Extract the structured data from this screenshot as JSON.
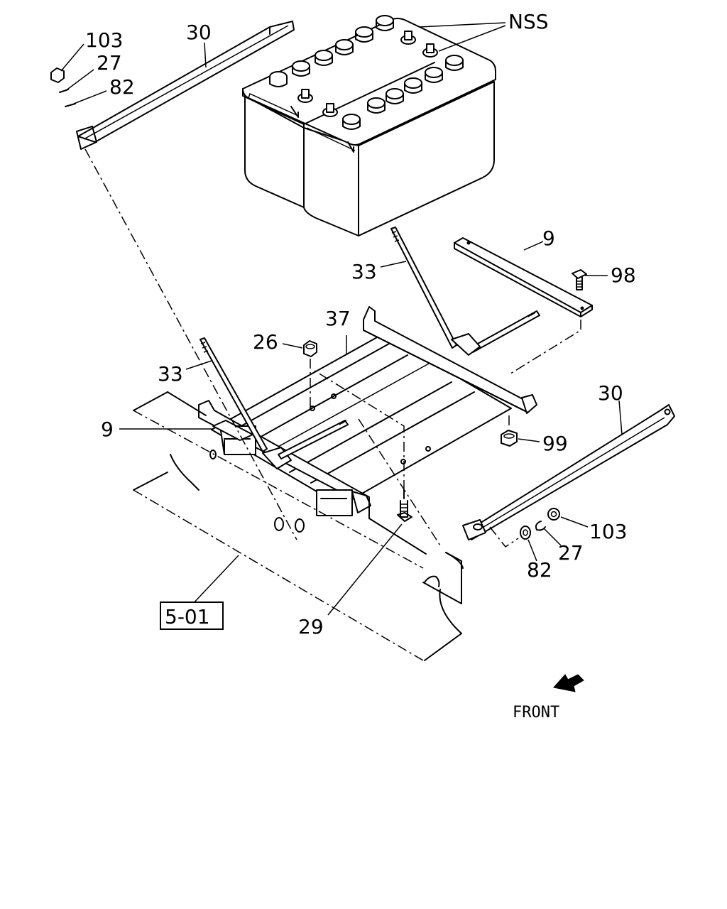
{
  "labels": {
    "nss": "NSS",
    "p103_top": "103",
    "p27_top": "27",
    "p82_top": "82",
    "p30_top": "30",
    "p9_top": "9",
    "p98": "98",
    "p33_top": "33",
    "p37": "37",
    "p26": "26",
    "p33_left": "33",
    "p9_left": "9",
    "p30_right": "30",
    "p99": "99",
    "p103_bottom": "103",
    "p27_bottom": "27",
    "p82_bottom": "82",
    "p29": "29",
    "ref_box": "5-01",
    "front": "FRONT"
  }
}
